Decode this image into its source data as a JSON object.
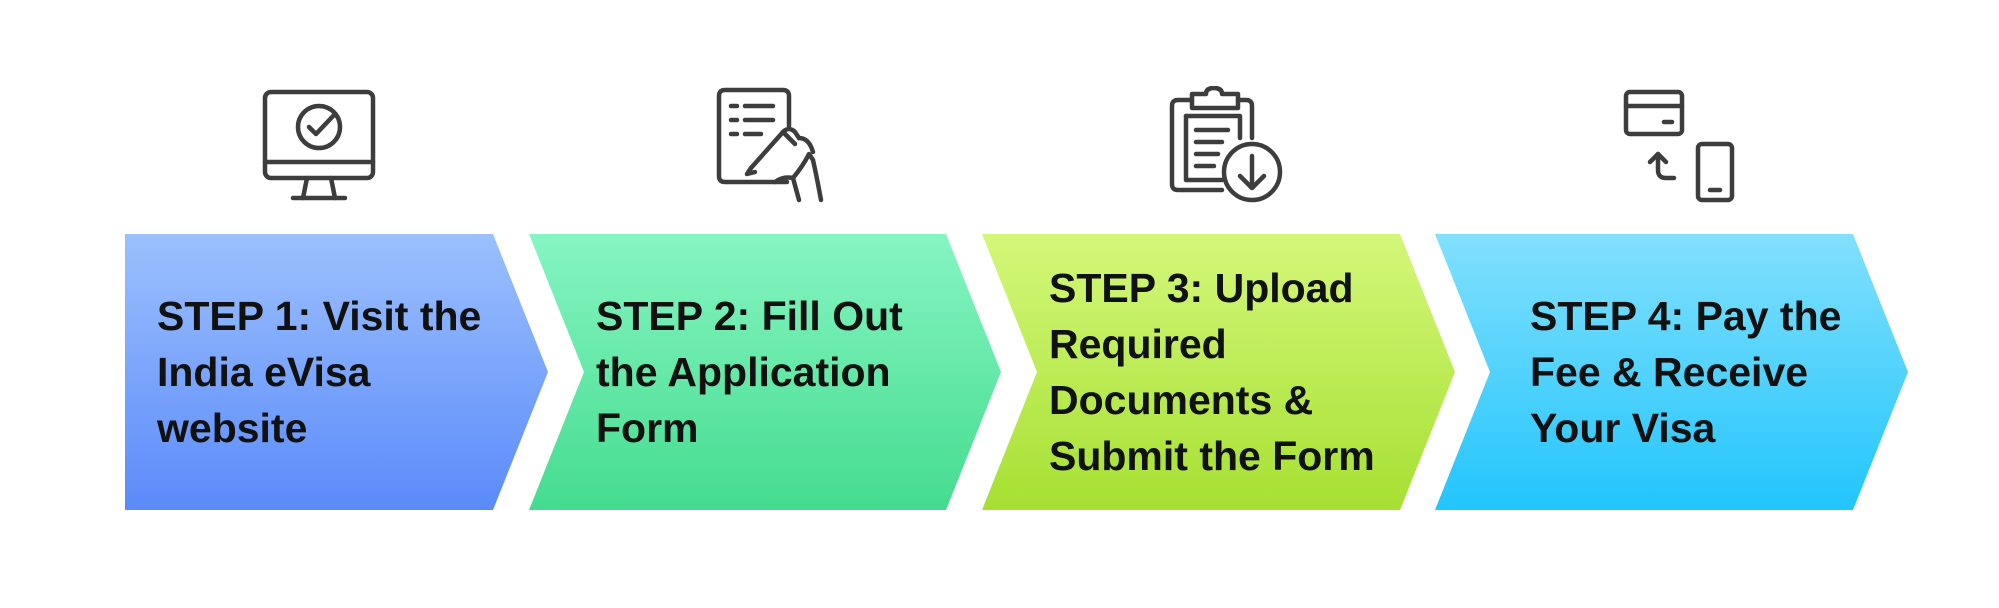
{
  "steps": [
    {
      "label": "STEP 1: Visit the India eVisa website",
      "icon": "monitor-check-icon",
      "gradient": [
        "#9cc0fd",
        "#5a8bfa"
      ]
    },
    {
      "label": "STEP 2: Fill Out the Application Form",
      "icon": "form-signing-icon",
      "gradient": [
        "#86f5c2",
        "#45dc8f"
      ]
    },
    {
      "label": "STEP 3: Upload Required Documents & Submit the Form",
      "icon": "clipboard-download-icon",
      "gradient": [
        "#d4f77a",
        "#a6e032"
      ]
    },
    {
      "label": "STEP 4: Pay the Fee & Receive Your Visa",
      "icon": "card-to-phone-payment-icon",
      "gradient": [
        "#82e0fd",
        "#22c5fc"
      ]
    }
  ],
  "colors": {
    "icon_stroke": "#3d3d3d",
    "text": "#111111",
    "background": "#ffffff"
  }
}
